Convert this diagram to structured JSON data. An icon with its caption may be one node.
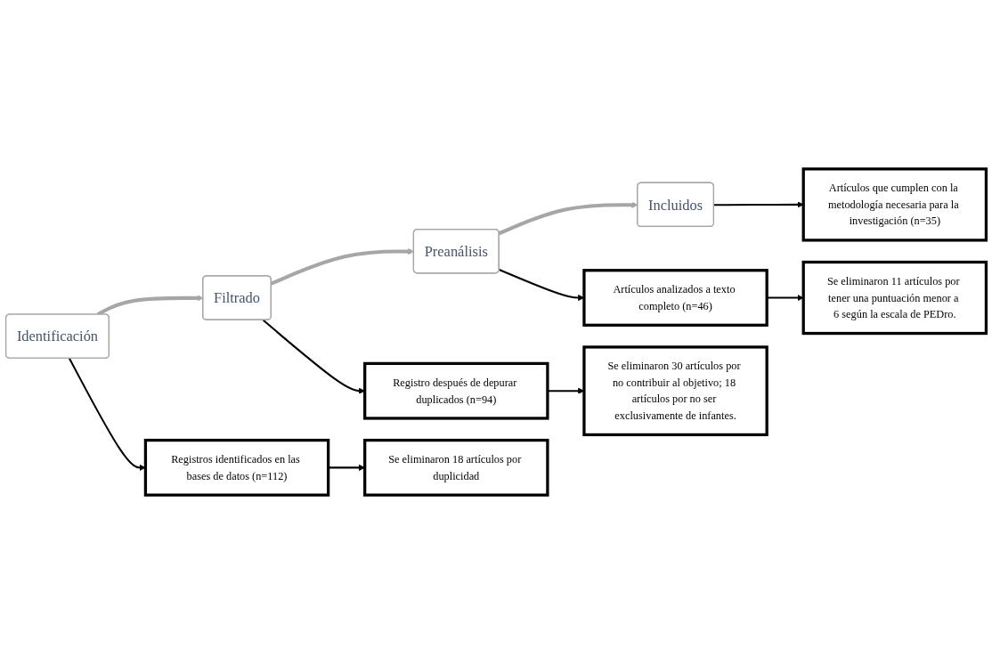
{
  "diagram": {
    "nodes": [
      {
        "text": [
          "Identificación"
        ]
      },
      {
        "text": [
          "Filtrado"
        ]
      },
      {
        "text": [
          "Preanálisis"
        ]
      },
      {
        "text": [
          "Incluidos"
        ]
      },
      {
        "text": [
          "Registros identificados en las bases de datos (n=112)"
        ]
      },
      {
        "text": [
          "Se eliminaron 18 artículos por duplicidad"
        ]
      },
      {
        "text": [
          "Registro después de depurar duplicados (n=94)"
        ]
      },
      {
        "text": [
          "Se eliminaron 30 artículos por no contribuir al objetivo; 18 artículos por no ser exclusivamente de infantes."
        ]
      },
      {
        "text": [
          "Artículos analizados a texto completo (n=46)"
        ]
      },
      {
        "text": [
          "Se eliminaron 11 artículos por tener una puntuación menor a 6 según la escala de PEDro."
        ]
      },
      {
        "text": [
          "Artículos que cumplen con la metodología necesaria para la investigación (n=35)"
        ]
      }
    ],
    "edges": [
      {
        "from": 0,
        "to": 1,
        "arrow": "to",
        "style": "thick",
        "color": "#a6a6a6"
      },
      {
        "from": 1,
        "to": 2,
        "arrow": "to",
        "style": "thick",
        "color": "#a6a6a6"
      },
      {
        "from": 2,
        "to": 3,
        "arrow": "to",
        "style": "thick",
        "color": "#a6a6a6"
      },
      {
        "from": 0,
        "to": 4,
        "arrow": "to"
      },
      {
        "from": 4,
        "to": 5,
        "arrow": "to"
      },
      {
        "from": 1,
        "to": 6,
        "arrow": "to"
      },
      {
        "from": 6,
        "to": 7,
        "arrow": "to"
      },
      {
        "from": 2,
        "to": 8,
        "arrow": "to"
      },
      {
        "from": 8,
        "to": 9,
        "arrow": "to"
      },
      {
        "from": 3,
        "to": 10,
        "arrow": "to"
      }
    ]
  }
}
